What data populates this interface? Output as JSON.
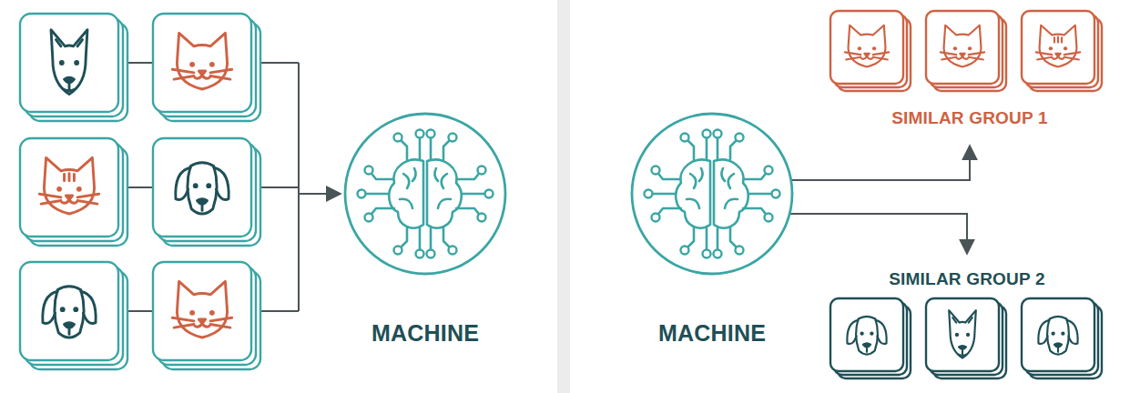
{
  "diagram": {
    "nodes": [
      {
        "text": [
          "MACHINE"
        ]
      },
      {
        "text": [
          "MACHINE"
        ]
      },
      {
        "text": [
          "SIMILAR GROUP 1"
        ]
      },
      {
        "text": [
          "SIMILAR GROUP 2"
        ]
      }
    ],
    "edges": [
      {
        "from": 1,
        "to": 2,
        "arrow": "to"
      },
      {
        "from": 1,
        "to": 3,
        "arrow": "to"
      }
    ]
  }
}
